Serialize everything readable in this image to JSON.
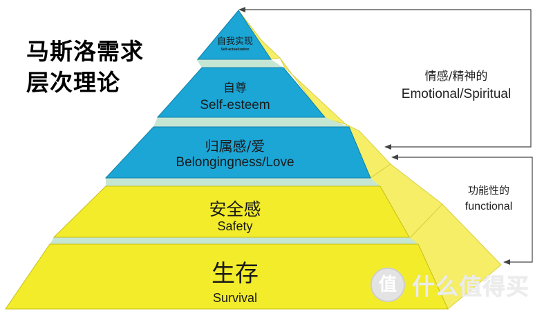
{
  "title": {
    "line1": "马斯洛需求",
    "line2": "层次理论"
  },
  "levels": [
    {
      "cn": "自我实现",
      "en": "Self-actualization",
      "color": "#1BA6D6"
    },
    {
      "cn": "自尊",
      "en": "Self-esteem",
      "color": "#1BA6D6"
    },
    {
      "cn": "归属感/爱",
      "en": "Belongingness/Love",
      "color": "#1BA6D6"
    },
    {
      "cn": "安全感",
      "en": "Safety",
      "color": "#F2EC2B"
    },
    {
      "cn": "生存",
      "en": "Survival",
      "color": "#F2EC2B"
    }
  ],
  "groups": {
    "emotional": {
      "cn": "情感/精神的",
      "en": "Emotional/Spiritual"
    },
    "functional": {
      "cn": "功能性的",
      "en": "functional"
    }
  },
  "colors": {
    "blue_face": "#1BA6D6",
    "yellow_face": "#F2EC2B",
    "side_face": "#F5EE66",
    "ledge": "#C6E6D4",
    "bracket": "#444444"
  },
  "watermark": {
    "badge": "值",
    "text": "什么值得买"
  }
}
